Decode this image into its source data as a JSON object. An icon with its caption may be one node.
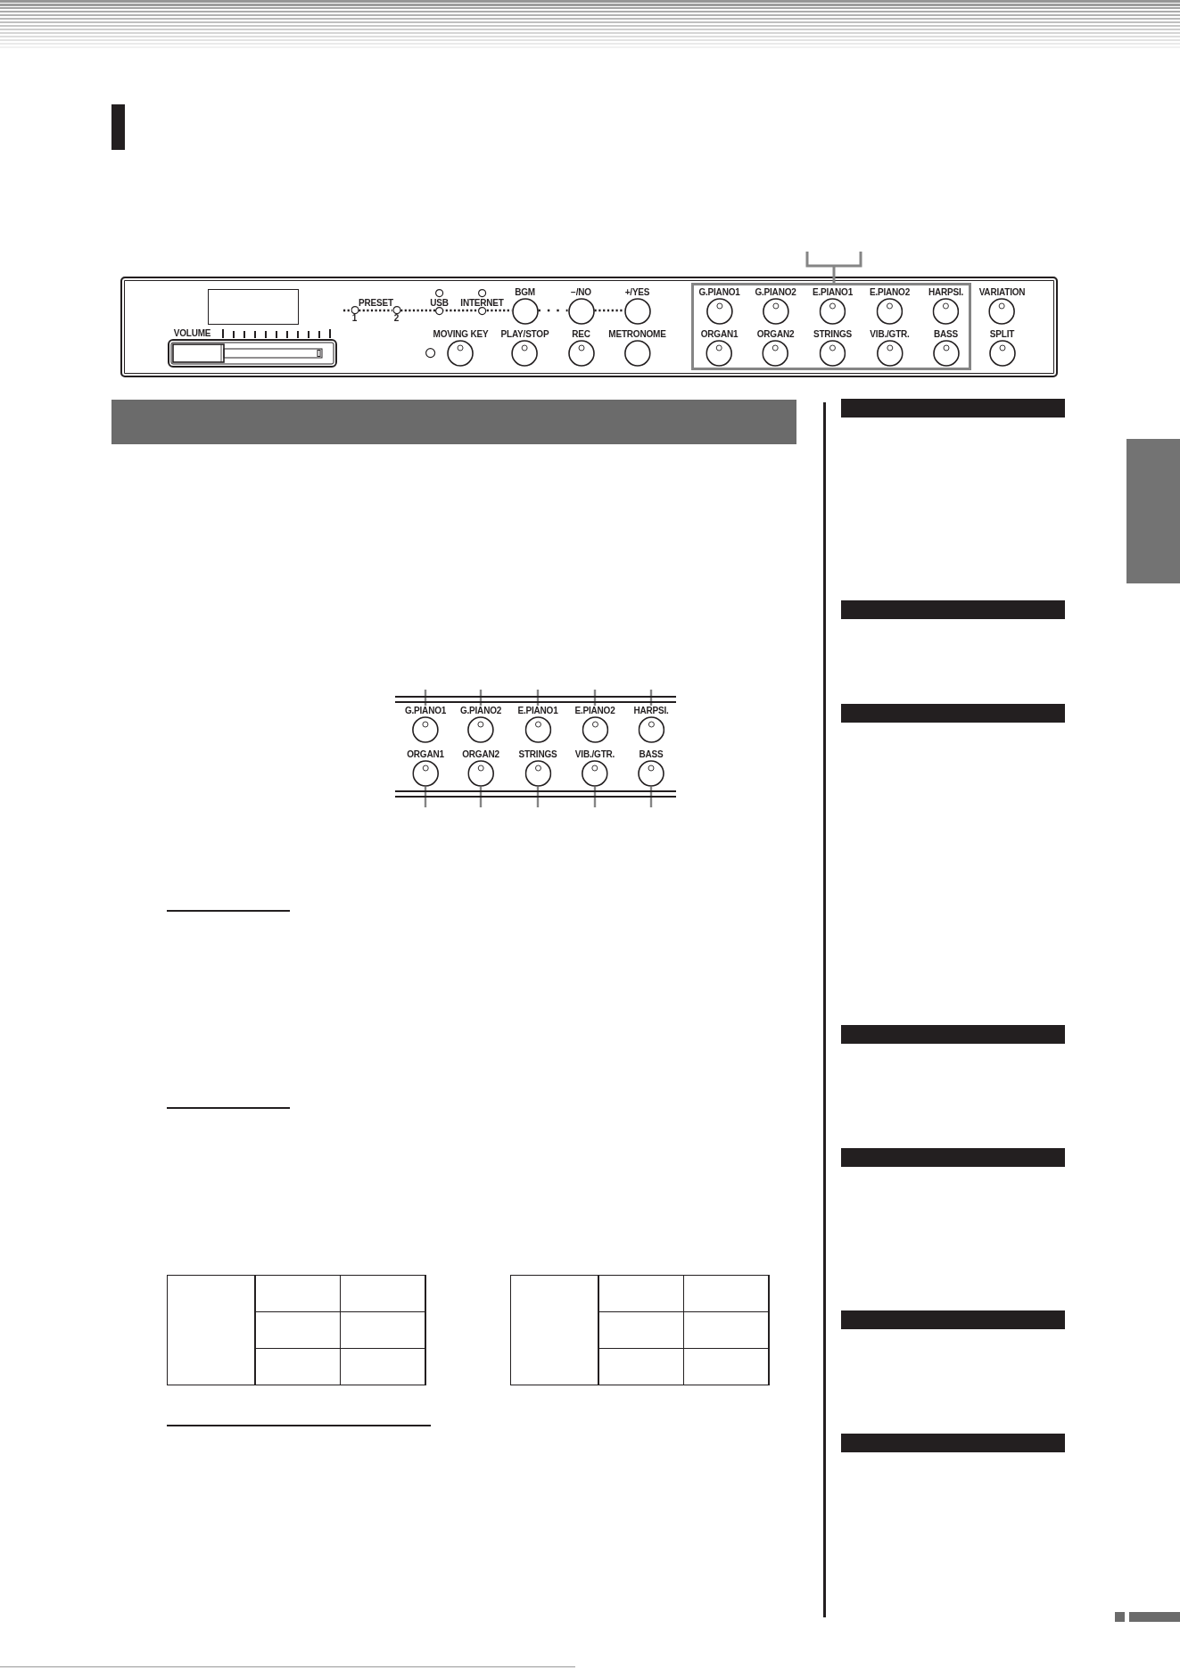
{
  "diagram": {
    "nodes": [
      {
        "text": [],
        "shape": "box"
      },
      {
        "text": [
          "1"
        ]
      },
      {
        "text": [
          "2"
        ]
      },
      {
        "text": [
          "BGM"
        ]
      },
      {
        "text": [
          "−/NO"
        ]
      },
      {
        "text": [
          "+/YES"
        ]
      },
      {
        "text": [
          "MOVING KEY"
        ]
      },
      {
        "text": [
          "PLAY/STOP"
        ]
      },
      {
        "text": [
          "REC"
        ]
      },
      {
        "text": [
          "METRONOME"
        ]
      },
      {
        "text": [],
        "shape": "box"
      },
      {
        "text": [
          "G.PIANO1"
        ],
        "in": 10
      },
      {
        "text": [
          "G.PIANO2"
        ],
        "in": 10
      },
      {
        "text": [
          "E.PIANO1"
        ],
        "in": 10
      },
      {
        "text": [
          "E.PIANO2"
        ],
        "in": 10
      },
      {
        "text": [
          "HARPSI."
        ],
        "in": 10
      },
      {
        "text": [
          "ORGAN1"
        ],
        "in": 10
      },
      {
        "text": [
          "ORGAN2"
        ],
        "in": 10
      },
      {
        "text": [
          "STRINGS"
        ],
        "in": 10
      },
      {
        "text": [
          "VIB./GTR."
        ],
        "in": 10
      },
      {
        "text": [
          "BASS"
        ],
        "in": 10
      },
      {
        "text": [
          "VARIATION"
        ]
      },
      {
        "text": [
          "SPLIT"
        ]
      },
      {
        "text": [],
        "shape": "bar"
      },
      {
        "text": [
          "G.PIANO1"
        ]
      },
      {
        "text": [
          "G.PIANO2"
        ]
      },
      {
        "text": [
          "E.PIANO1"
        ]
      },
      {
        "text": [
          "E.PIANO2"
        ]
      },
      {
        "text": [
          "HARPSI."
        ]
      },
      {
        "text": [
          "ORGAN1"
        ]
      },
      {
        "text": [
          "ORGAN2"
        ]
      },
      {
        "text": [
          "STRINGS"
        ]
      },
      {
        "text": [
          "VIB./GTR."
        ]
      },
      {
        "text": [
          "BASS"
        ]
      },
      {
        "text": [],
        "shape": "bar"
      },
      {
        "text": [],
        "shape": "bar"
      },
      {
        "text": [],
        "shape": "bar"
      },
      {
        "text": [],
        "shape": "bar"
      },
      {
        "text": [],
        "shape": "bar"
      },
      {
        "text": [],
        "shape": "bar"
      },
      {
        "text": [],
        "shape": "bar"
      },
      {
        "text": [],
        "shape": "bar"
      }
    ],
    "edges": [
      {
        "from": null,
        "to": 1,
        "arrow": "none",
        "style": "dashed",
        "color": "#231f20"
      },
      {
        "from": 1,
        "to": 2,
        "arrow": "none",
        "style": "dashed",
        "color": "#231f20"
      },
      {
        "from": 2,
        "to": 3,
        "arrow": "none",
        "style": "dashed",
        "color": "#231f20"
      },
      {
        "from": 3,
        "to": 4,
        "arrow": "none",
        "style": "dashed",
        "color": "#231f20"
      },
      {
        "from": 4,
        "to": 5,
        "arrow": "none",
        "style": "dashed",
        "color": "#231f20"
      },
      {
        "from": null,
        "to": 24,
        "arrow": "none"
      },
      {
        "from": null,
        "to": 25,
        "arrow": "none"
      },
      {
        "from": null,
        "to": 26,
        "arrow": "none"
      },
      {
        "from": null,
        "to": 27,
        "arrow": "none"
      },
      {
        "from": null,
        "to": 28,
        "arrow": "none"
      },
      {
        "from": null,
        "to": 29,
        "arrow": "none"
      },
      {
        "from": null,
        "to": 30,
        "arrow": "none"
      },
      {
        "from": null,
        "to": 31,
        "arrow": "none"
      },
      {
        "from": null,
        "to": 32,
        "arrow": "none"
      },
      {
        "from": null,
        "to": 33,
        "arrow": "none"
      }
    ],
    "labels": [
      "PRESET",
      "USB",
      "INTERNET",
      "VOLUME"
    ]
  }
}
